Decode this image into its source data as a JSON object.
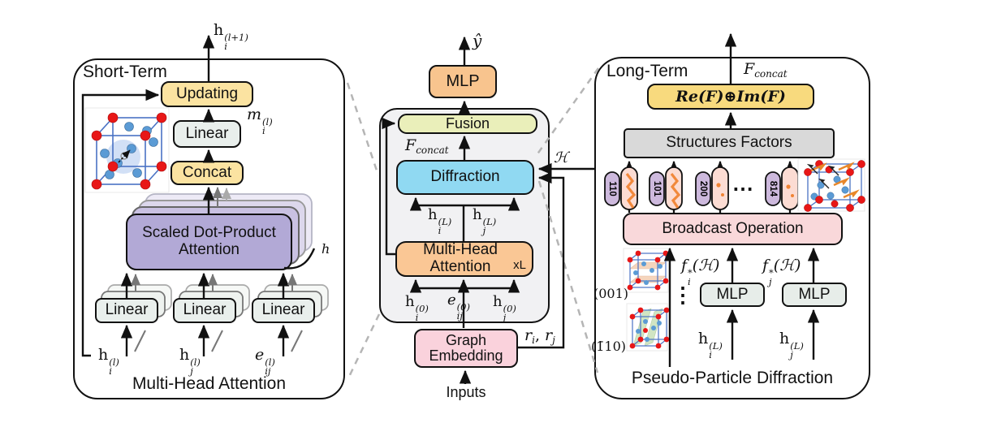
{
  "colors": {
    "yellow": "#fbe3a1",
    "linear_fill": "#e9efec",
    "purple": "#b2a9d6",
    "orange_mlp": "#f8c48e",
    "orange_mha": "#fac795",
    "fusion_green": "#eaefba",
    "diffraction_blue": "#90d9f2",
    "embed_pink": "#fad2dc",
    "gold": "#f8da7e",
    "factor_gray": "#d9d9d9",
    "broadcast_pink": "#f9d8da",
    "pill_purple": "#cdb9dd",
    "pill_pink": "#fcdcd3",
    "container_gray": "#f1f1f3",
    "dash_gray": "#b5b5b5",
    "squiggle_orange": "#f08434"
  },
  "left_panel": {
    "title": "Short-Term",
    "caption": "Multi-Head Attention",
    "output_label": {
      "base": "h",
      "sup": "(l+1)",
      "sub": "i"
    },
    "updating": "Updating",
    "message_label": {
      "base": "m",
      "sup": "(l)",
      "sub": "i"
    },
    "linear": "Linear",
    "concat": "Concat",
    "attention": "Scaled Dot-Product Attention",
    "heads_label": "h",
    "linear1": "Linear",
    "linear2": "Linear",
    "linear3": "Linear",
    "input1": {
      "base": "h",
      "sup": "(l)",
      "sub": "i"
    },
    "input2": {
      "base": "h",
      "sup": "(l)",
      "sub": "j"
    },
    "input3": {
      "base": "e",
      "sup": "(l)",
      "sub": "ij"
    }
  },
  "middle": {
    "output": "ŷ",
    "mlp": "MLP",
    "fusion": "Fusion",
    "f_concat": {
      "base": "F",
      "sub": "concat"
    },
    "diffraction": "Diffraction",
    "hkl_label": "ℋ",
    "h_i_L": {
      "base": "h",
      "sup": "(L)",
      "sub": "i"
    },
    "h_j_L": {
      "base": "h",
      "sup": "(L)",
      "sub": "j"
    },
    "mha": "Multi-Head Attention",
    "layers": "xL",
    "h_i_0": {
      "base": "h",
      "sup": "(0)",
      "sub": "i"
    },
    "e_ij_0": {
      "base": "e",
      "sup": "(0)",
      "sub": "ij"
    },
    "h_j_0": {
      "base": "h",
      "sup": "(0)",
      "sub": "j"
    },
    "ge_line1": "Graph",
    "ge_line2": "Embedding",
    "positions_label": {
      "r1": "r",
      "s1": "i",
      "sep": ", ",
      "r2": "r",
      "s2": "j"
    },
    "inputs": "Inputs"
  },
  "right_panel": {
    "title": "Long-Term",
    "caption": "Pseudo-Particle Diffraction",
    "f_concat": {
      "base": "F",
      "sub": "concat"
    },
    "re_im": "Re(F)⊕Im(F)",
    "structures_factors": "Structures Factors",
    "pills": [
      "110",
      "101",
      "200",
      "814"
    ],
    "hdots": "⋯",
    "vdots": "⋮",
    "broadcast": "Broadcast Operation",
    "f_i": {
      "base": "f",
      "sup": "*",
      "sub": "i",
      "rest": "(ℋ)"
    },
    "f_j": {
      "base": "f",
      "sup": "*",
      "sub": "j",
      "rest": "(ℋ)"
    },
    "mlp1": "MLP",
    "mlp2": "MLP",
    "h_i_L": {
      "base": "h",
      "sup": "(L)",
      "sub": "i"
    },
    "h_j_L": {
      "base": "h",
      "sup": "(L)",
      "sub": "j"
    },
    "plane1": "(001)",
    "plane2": "(1̄10)"
  }
}
